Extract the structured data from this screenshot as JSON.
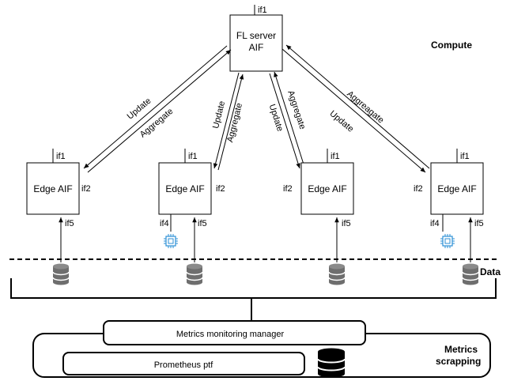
{
  "server": {
    "line1": "FL server",
    "line2": "AIF",
    "if_label": "if1"
  },
  "compute_label": "Compute",
  "data_label": "Data",
  "metrics_label": {
    "line1": "Metrics",
    "line2": "scrapping"
  },
  "manager_label": "Metrics monitoring manager",
  "prometheus_label": "Prometheus  ptf",
  "arrows": [
    {
      "update": "Update",
      "aggregate": "Aggregate"
    },
    {
      "update": "Update",
      "aggregate": "Aggregate"
    },
    {
      "update": "Update",
      "aggregate": "Aggregate"
    },
    {
      "update": "Update",
      "aggregate": "Aggreagate"
    }
  ],
  "edges": [
    {
      "label": "Edge AIF",
      "if1": "if1",
      "if2": "if2",
      "if5": "if5",
      "if4": ""
    },
    {
      "label": "Edge AIF",
      "if1": "if1",
      "if2": "if2",
      "if5": "if5",
      "if4": "if4"
    },
    {
      "label": "Edge AIF",
      "if1": "if1",
      "if2": "if2",
      "if5": "if5",
      "if4": ""
    },
    {
      "label": "Edge AIF",
      "if1": "if1",
      "if2": "if2",
      "if5": "if5",
      "if4": "if4"
    }
  ],
  "colors": {
    "line": "#000000",
    "database": "#6e6e6e",
    "chip": "#2b8fd6"
  }
}
